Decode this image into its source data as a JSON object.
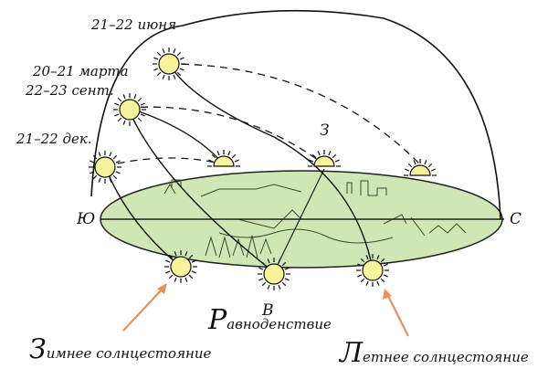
{
  "dates": {
    "summer": "21–22 июня",
    "spring": "20–21 марта",
    "autumn": "22–23 сент.",
    "winter": "21–22 дек."
  },
  "directions": {
    "south": "Ю",
    "north": "С",
    "west": "З",
    "east": "В"
  },
  "captions": {
    "winter": {
      "initial": "З",
      "rest": "имнее солнцестояние"
    },
    "equinox": {
      "initial": "Р",
      "rest": "авноденствие"
    },
    "summer": {
      "initial": "Л",
      "rest": "етнее солнцестояние"
    }
  },
  "colors": {
    "sun": "#f7f39a",
    "disk": "#cfe6b5",
    "arrow": "#e2915a",
    "ink": "#111111"
  }
}
